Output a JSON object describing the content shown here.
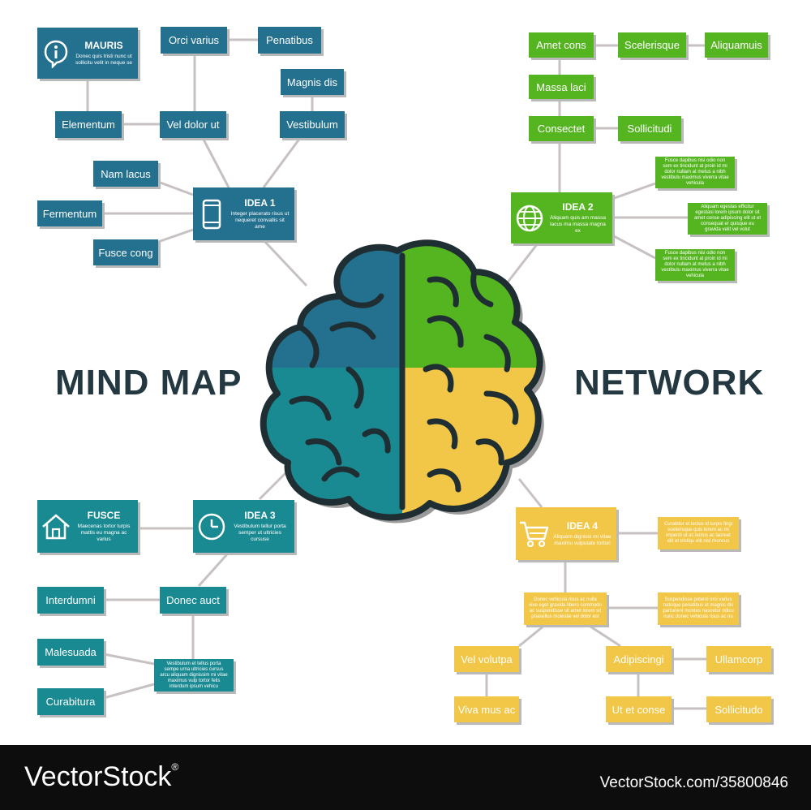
{
  "headline": {
    "left": "MIND MAP",
    "right": "NETWORK"
  },
  "colors": {
    "blue": "#24708f",
    "teal": "#1a8a92",
    "green": "#55b521",
    "yellow": "#f2c646",
    "line": "#c7c1c1"
  },
  "idea1": {
    "title": "IDEA 1",
    "text": "Integer placerato risus ut nequeret convallis sit ame",
    "icon": "smartphone-icon",
    "mauris": {
      "title": "MAURIS",
      "text": "Donec quis tristi nunc ut sollicitu velit in neque se",
      "icon": "info-icon"
    },
    "nodes": {
      "orci": "Orci varius",
      "penatibus": "Penatibus",
      "magnis": "Magnis dis",
      "elementum": "Elementum",
      "veldolor": "Vel dolor ut",
      "vestibulum": "Vestibulum",
      "namlacus": "Nam lacus",
      "fermentum": "Fermentum",
      "fusce": "Fusce cong"
    }
  },
  "idea2": {
    "title": "IDEA 2",
    "text": "Aliquam quis am massa lacus ma massa magna ex",
    "icon": "globe-icon",
    "nodes": {
      "amet": "Amet cons",
      "scelerisque": "Scelerisque",
      "aliquamuis": "Aliquamuis",
      "massa": "Massa laci",
      "consectet": "Consectet",
      "sollicitudi": "Sollicitudi"
    },
    "notes": [
      "Fusce dapibus nisi odio non sem ex tincidunt at proin id mi dolor nullam at metus a nibh vestibulu maximus viverra vitae vehicula",
      "Aliquam egestas efficitur egestasi lorem ipsum dolor sit amet conse adipiscing elit ut et consequat er quisque eu gravida velit vel volut",
      "Fusce dapibus nisi odio non sem ex tincidunt at proin id mi dolor nullam at metus a nibh vestibulu maximus viverra vitae vehicula"
    ]
  },
  "idea3": {
    "title": "IDEA 3",
    "text": "Vestibulum tellur porta semper ut ultricies cursuse",
    "icon": "clock-icon",
    "fusce": {
      "title": "FUSCE",
      "text": "Maecenas tortor turpis mattis eu magna ac varius",
      "icon": "home-icon"
    },
    "nodes": {
      "interdumni": "Interdumni",
      "donec": "Donec auct",
      "malesuada": "Malesuada",
      "curabitura": "Curabitura"
    },
    "note": "Vestibulum et tellus porta sempe urna ultricies cursus arcu aliquam dignissim mi vitae maximus vulp tortor felis interdum ipsum vehicu"
  },
  "idea4": {
    "title": "IDEA 4",
    "text": "Aliquam dignissi mi vitae maximu vulputate tortori",
    "icon": "cart-icon",
    "nodes": {
      "velvolutpa": "Vel volutpa",
      "adipiscingi": "Adipiscingi",
      "ullamcorp": "Ullamcorp",
      "vivamus": "Viva mus ac",
      "utetconse": "Ut et conse",
      "sollicitudo": "Sollicitudo"
    },
    "notes": [
      "Curabitur et lectus id turpis fingi scelerisque quis lorem ac mi imperdi ut ac lectus ac laoreet elit et tristiqu elit nisl rhoncus",
      "Donec vehicula risus ac nulla vive eget gravida libero commodo ac suspendisse sit amet lorem sit phasellus molestie vel dolor est",
      "Suspendisse potenti orci varius natoque penatibus et magnis dis parturient montes nascetur ridicu nunc donec vehicula risus ac nu"
    ]
  },
  "footer": {
    "brand": "VectorStock",
    "reg": "®",
    "id": "VectorStock.com/35800846"
  }
}
